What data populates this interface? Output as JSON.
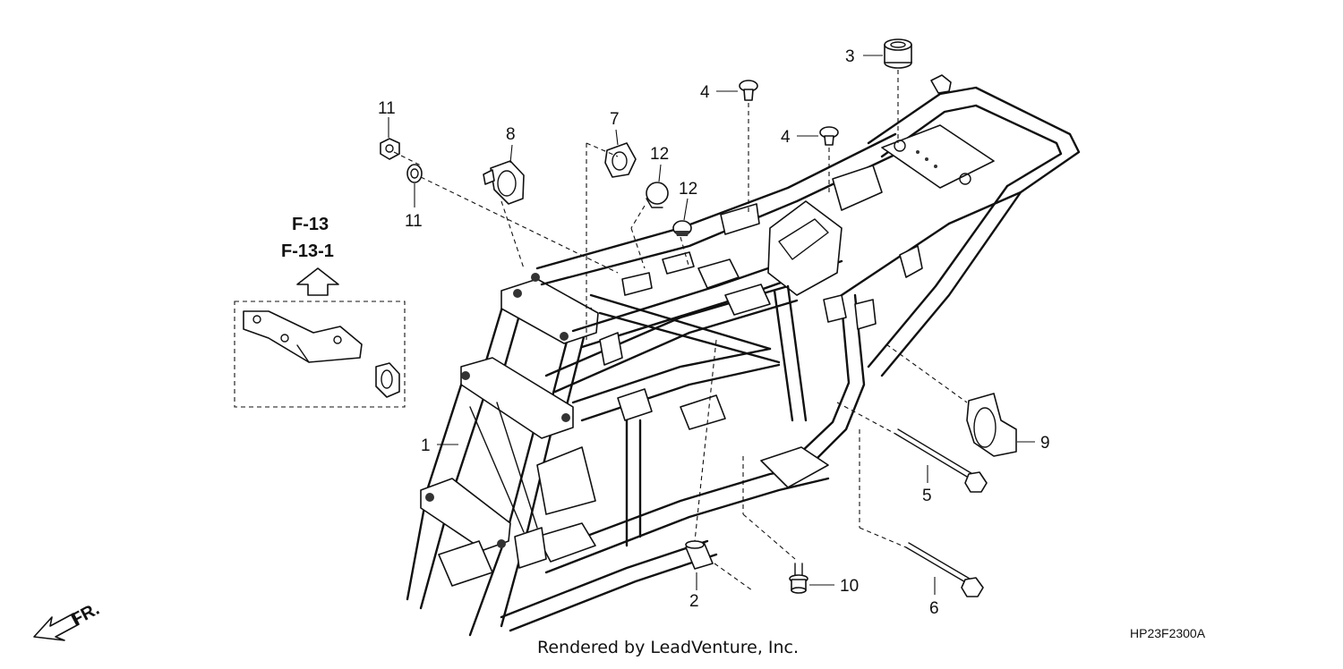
{
  "callouts": {
    "c1": "1",
    "c2": "2",
    "c3": "3",
    "c4a": "4",
    "c4b": "4",
    "c5": "5",
    "c6": "6",
    "c7": "7",
    "c8": "8",
    "c9": "9",
    "c10": "10",
    "c11a": "11",
    "c11b": "11",
    "c12a": "12",
    "c12b": "12"
  },
  "references": {
    "ref1": "F-13",
    "ref2": "F-13-1"
  },
  "direction_label": "FR.",
  "credit": "Rendered by LeadVenture, Inc.",
  "diagram_code": "HP23F2300A"
}
